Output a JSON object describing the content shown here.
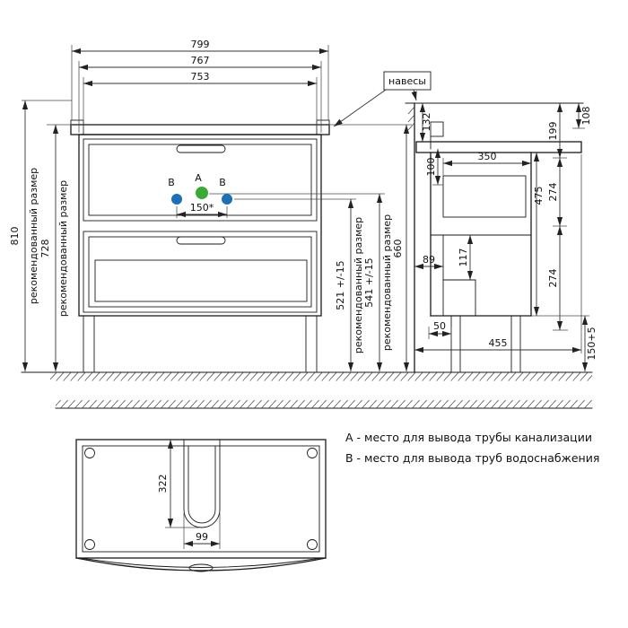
{
  "annotations": {
    "hangers": "навесы",
    "recommended": "рекомендованный размер"
  },
  "legend": {
    "line_a": "А - место для вывода трубы канализации",
    "line_b": "В - место для вывода труб водоснабжения"
  },
  "markers": {
    "a_label": "А",
    "b_label": "В",
    "a_color": "#3aaa35",
    "b_color": "#1c70b8"
  },
  "front_view": {
    "dim_width_top": "799",
    "dim_width_mid": "767",
    "dim_width_inner": "753",
    "dim_height_total": "810",
    "dim_height_mount": "728",
    "dim_height_cabinet": "660",
    "dim_b_height": "521 +/-15",
    "dim_a_height": "541 +/-15",
    "dim_b_spacing": "150*"
  },
  "side_view": {
    "dim_132": "132",
    "dim_199": "199",
    "dim_108": "108",
    "dim_100": "100",
    "dim_350": "350",
    "dim_475": "475",
    "dim_274_upper": "274",
    "dim_274_lower": "274",
    "dim_117": "117",
    "dim_89": "89",
    "dim_50": "50",
    "dim_455": "455",
    "dim_legs": "150+5"
  },
  "plan_view": {
    "dim_322": "322",
    "dim_99": "99"
  }
}
